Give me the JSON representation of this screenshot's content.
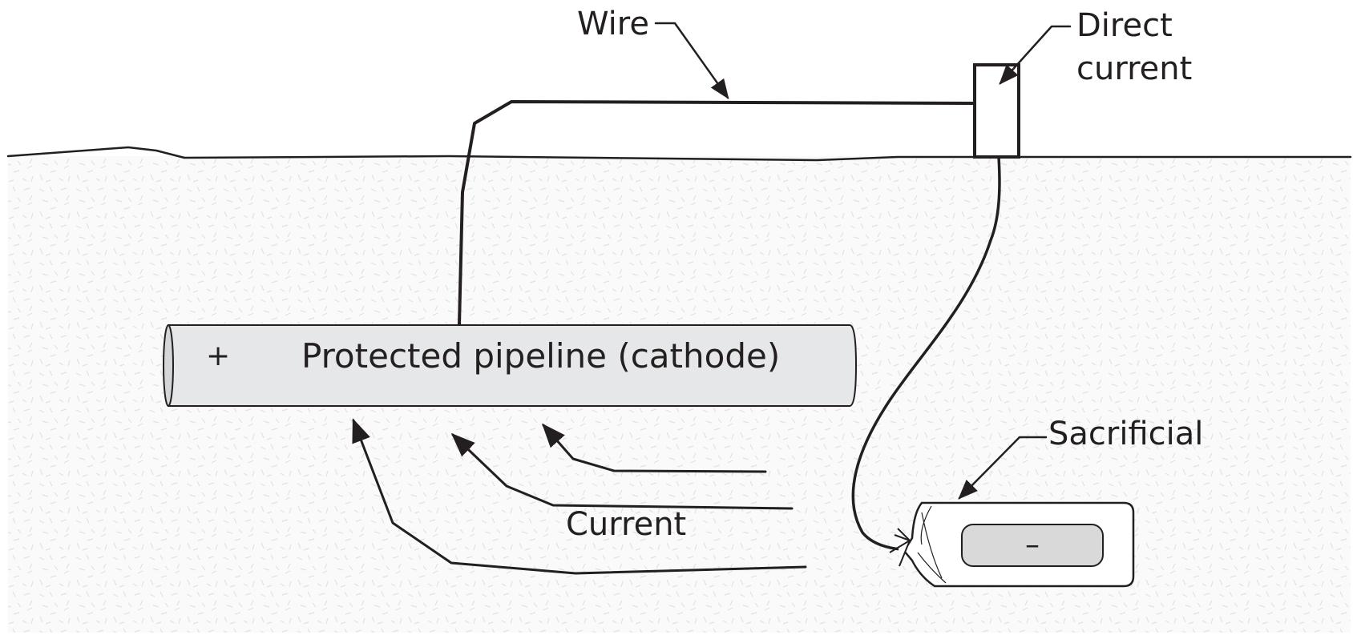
{
  "labels": {
    "wire": "Wire",
    "direct_current_line1": "Direct",
    "direct_current_line2": "current",
    "pipeline": "Protected pipeline (cathode)",
    "plus_sign": "+",
    "current": "Current",
    "sacrificial": "Sacrificial",
    "minus_sign": "–"
  },
  "colors": {
    "line": "#231f20",
    "pipe_fill": "#e6e7e8",
    "anode_fill": "#d9d9d9",
    "soil_fill": "#fafafa",
    "soil_speckle": "#e2e2e2"
  }
}
